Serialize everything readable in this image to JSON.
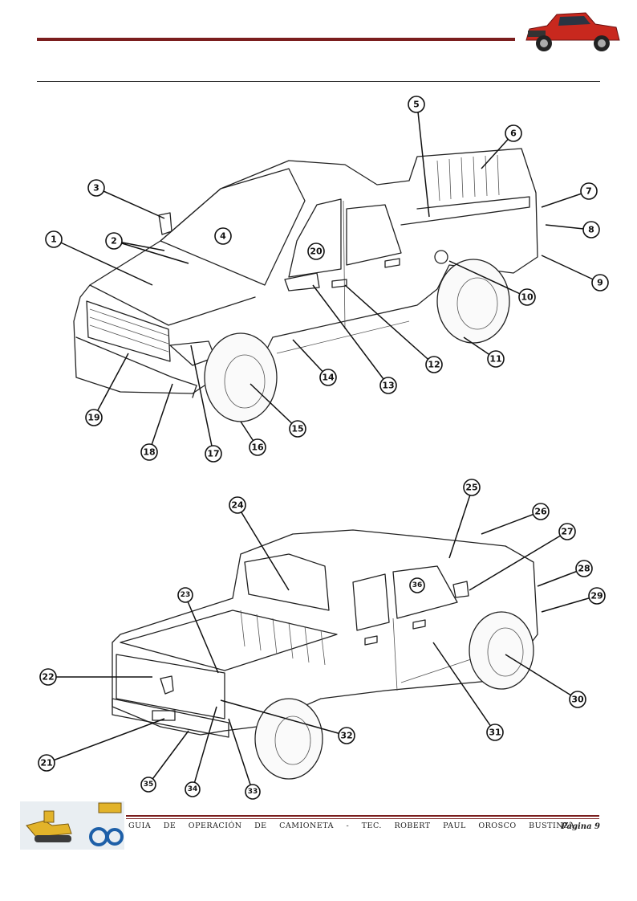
{
  "footer": {
    "text": "GUIA DE OPERACIÓN DE CAMIONETA - TEC. ROBERT PAUL OROSCO BUSTINZA",
    "page": "Página 9"
  },
  "top_callouts": [
    {
      "label": "1"
    },
    {
      "label": "2"
    },
    {
      "label": "3"
    },
    {
      "label": "4"
    },
    {
      "label": "5"
    },
    {
      "label": "6"
    },
    {
      "label": "7"
    },
    {
      "label": "8"
    },
    {
      "label": "9"
    },
    {
      "label": "10"
    },
    {
      "label": "11"
    },
    {
      "label": "12"
    },
    {
      "label": "13"
    },
    {
      "label": "14"
    },
    {
      "label": "15"
    },
    {
      "label": "16"
    },
    {
      "label": "17"
    },
    {
      "label": "18"
    },
    {
      "label": "19"
    },
    {
      "label": "20"
    }
  ],
  "bottom_callouts": [
    {
      "label": "21"
    },
    {
      "label": "22"
    },
    {
      "label": "23"
    },
    {
      "label": "24"
    },
    {
      "label": "25"
    },
    {
      "label": "26"
    },
    {
      "label": "27"
    },
    {
      "label": "28"
    },
    {
      "label": "29"
    },
    {
      "label": "30"
    },
    {
      "label": "31"
    },
    {
      "label": "32"
    },
    {
      "label": "33"
    },
    {
      "label": "34"
    },
    {
      "label": "35"
    },
    {
      "label": "36"
    }
  ],
  "colors": {
    "rule": "#7b1e1e",
    "thumb_truck": "#c8281e"
  },
  "icons": {
    "thumbnail": "red-pickup-truck-icon",
    "logo": "bulldozer-logo-icon"
  }
}
